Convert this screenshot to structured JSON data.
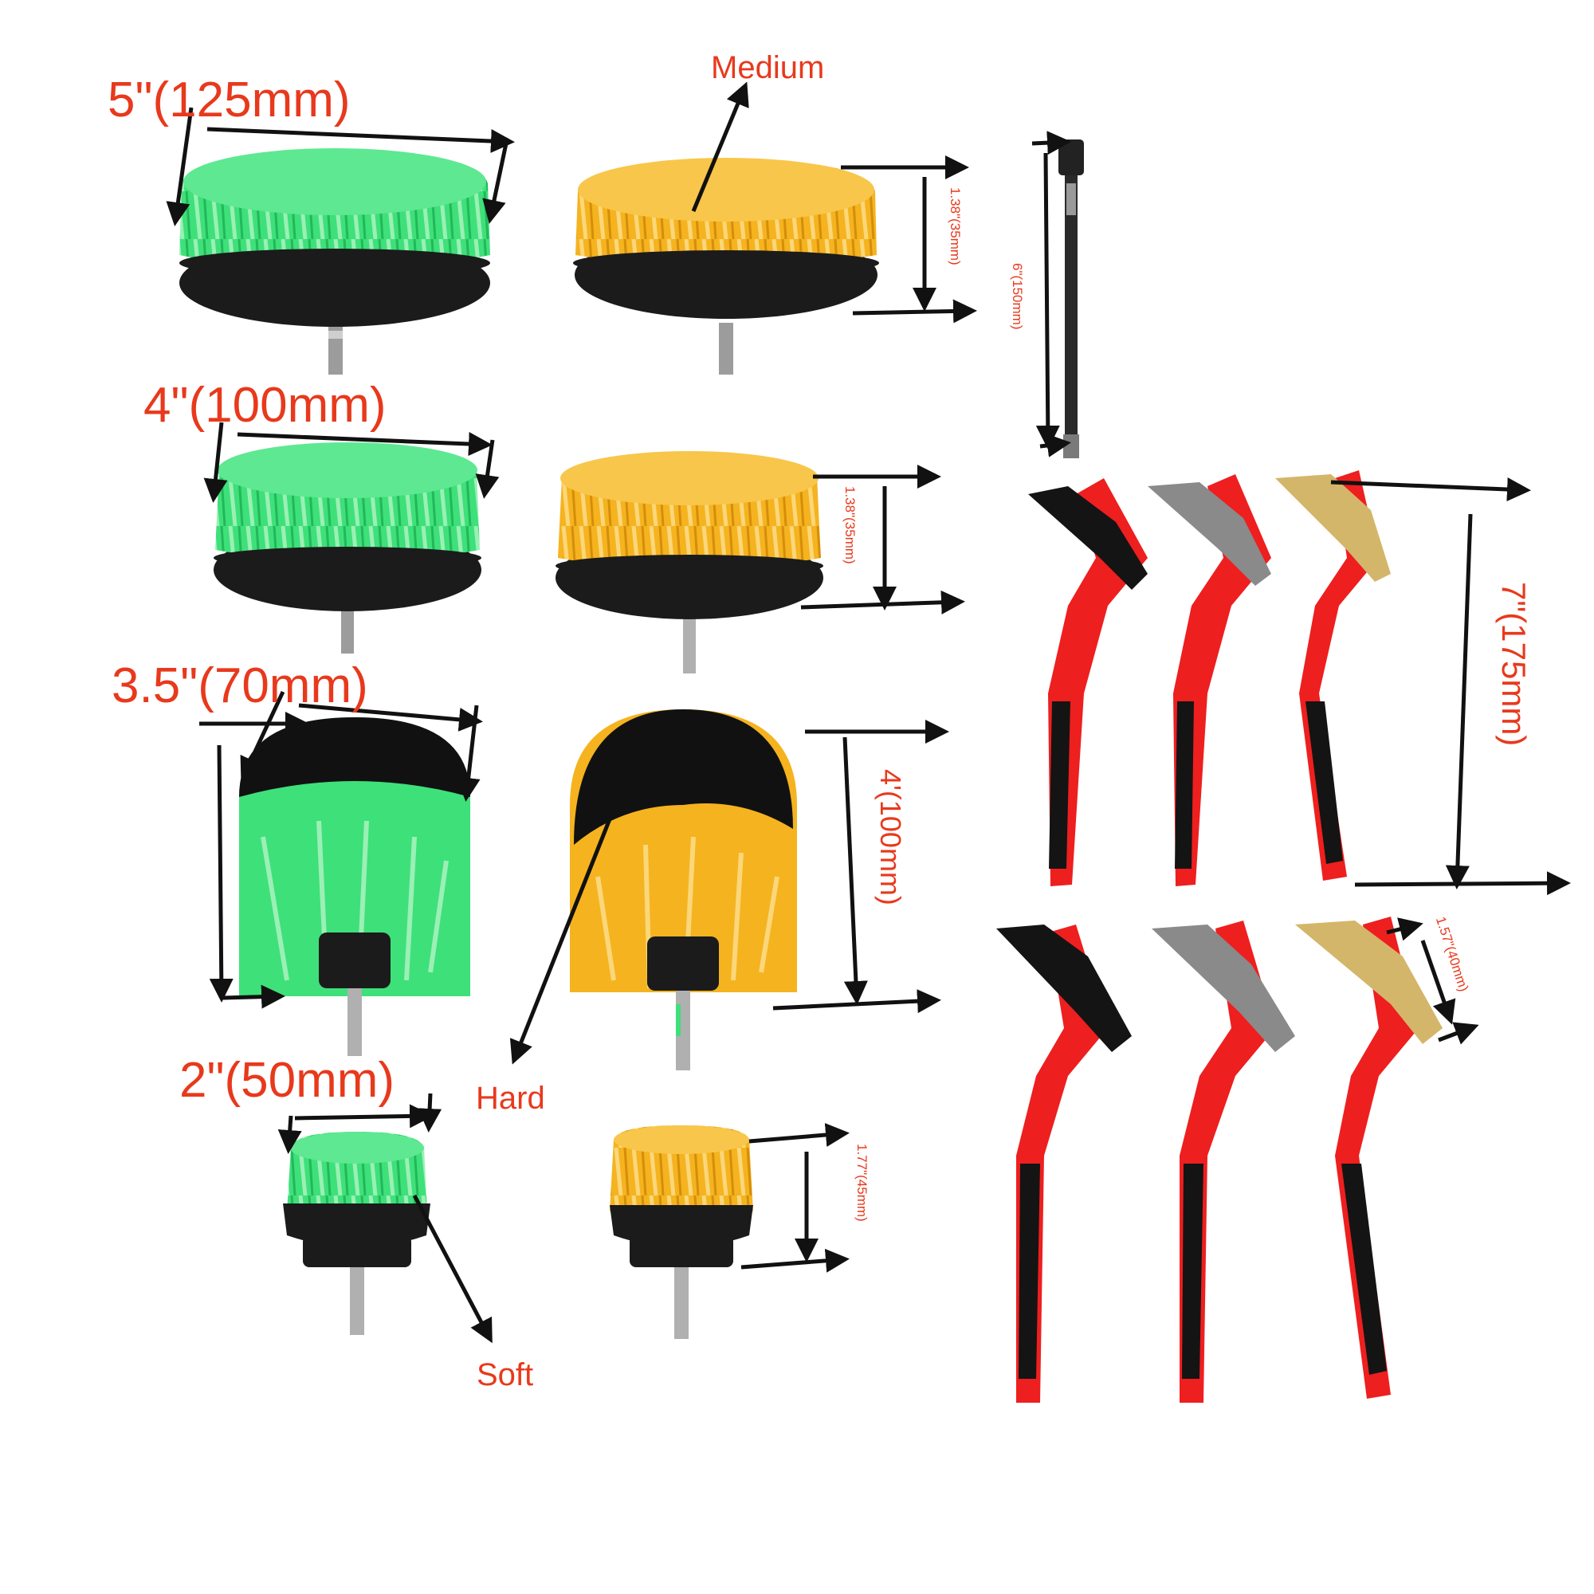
{
  "colors": {
    "label": "#e8391c",
    "green_bristle": "#3ee07a",
    "orange_bristle": "#f5b31f",
    "black_base": "#1b1b1b",
    "handle_red": "#ee1f1f",
    "handle_black": "#141414",
    "wire_steel": "#8a8a8a",
    "wire_brass": "#d4b66a",
    "arrow": "#111111"
  },
  "labels": {
    "size_5in": "5\"(125mm)",
    "size_4in": "4\"(100mm)",
    "size_3_5in": "3.5\"(70mm)",
    "size_2in": "2\"(50mm)",
    "medium": "Medium",
    "hard": "Hard",
    "soft": "Soft",
    "height_a": "1.38\"(35mm)",
    "height_b": "1.38\"(35mm)",
    "height_c": "4'(100mm)",
    "height_d": "1.77\"(45mm)",
    "extension": "6\"(150mm)",
    "handle_length": "7\"(175mm)",
    "bristle_length": "1.57\"(40mm)"
  }
}
